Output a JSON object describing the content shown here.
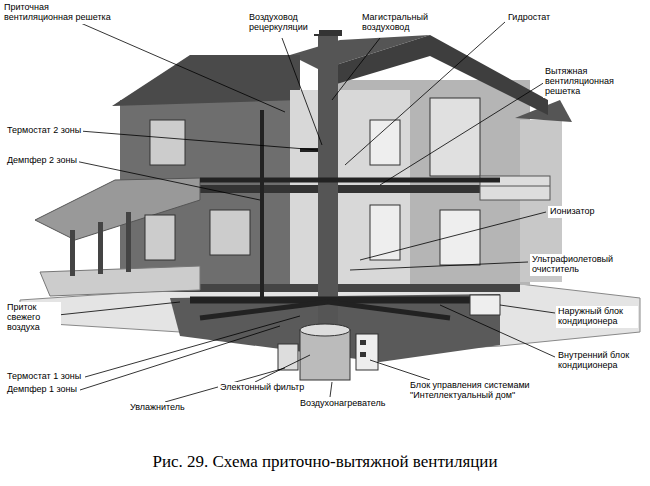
{
  "diagram": {
    "caption": "Рис. 29. Схема приточно-вытяжной вентиляции",
    "labels": [
      "Приточная вентиляционная решетка",
      "Воздуховод рецеркуляции",
      "Магистральный воздуховод",
      "Гидростат",
      "Вытяжная вентиляционная решетка",
      "Термостат 2 зоны",
      "Демпфер 2 зоны",
      "Ионизатор",
      "Ультрафиолетовый очиститель",
      "Приток свежего воздуха",
      "Наружный блок кондиционера",
      "Внутренний блок кондиционера",
      "Термостат 1 зоны",
      "Демпфер 1 зоны",
      "Увлажнитель",
      "Электонный фильтр",
      "Воздухонагреватель",
      "Блок управления системами \"Интеллектуальный дом\""
    ]
  }
}
